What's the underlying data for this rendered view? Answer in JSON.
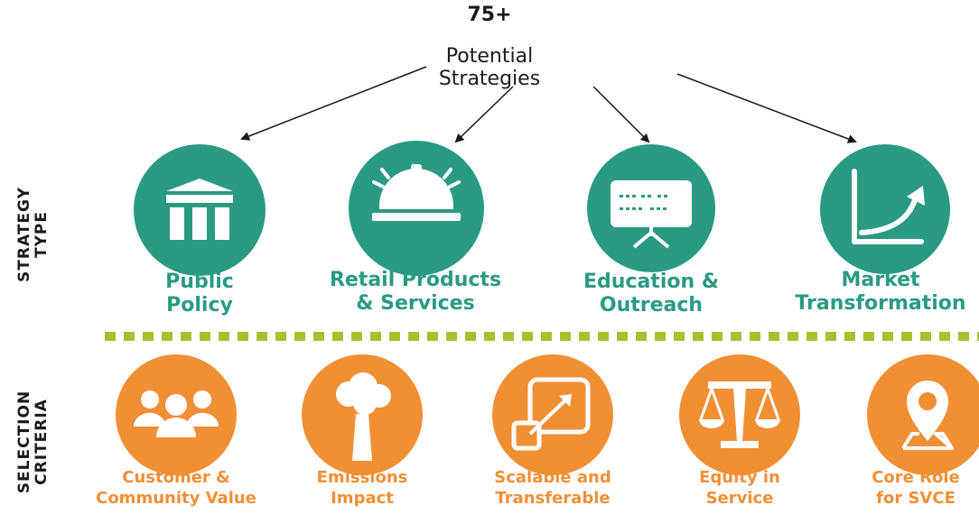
{
  "header": {
    "count": "75+",
    "subtitle": "Potential Strategies"
  },
  "side_labels": {
    "strategy_type": [
      "STRATEGY",
      "TYPE"
    ],
    "selection_criteria": [
      "SELECTION",
      "CRITERIA"
    ]
  },
  "strategy_types": [
    {
      "lines": [
        "Public",
        "Policy"
      ],
      "icon": "government-building-icon"
    },
    {
      "lines": [
        "Retail Products",
        "& Services"
      ],
      "icon": "service-bell-icon"
    },
    {
      "lines": [
        "Education &",
        "Outreach"
      ],
      "icon": "presentation-board-icon"
    },
    {
      "lines": [
        "Market",
        "Transformation"
      ],
      "icon": "growth-chart-icon"
    }
  ],
  "selection_criteria": [
    {
      "lines": [
        "Customer &",
        "Community Value"
      ],
      "icon": "people-group-icon"
    },
    {
      "lines": [
        "Emissions",
        "Impact"
      ],
      "icon": "smokestack-icon"
    },
    {
      "lines": [
        "Scalable and",
        "Transferable"
      ],
      "icon": "expand-arrow-icon"
    },
    {
      "lines": [
        "Equity in",
        "Service"
      ],
      "icon": "balance-scale-icon"
    },
    {
      "lines": [
        "Core Role",
        "for SVCE"
      ],
      "icon": "map-pin-icon"
    }
  ],
  "colors": {
    "teal": "#2a9a83",
    "orange": "#f18f35",
    "divider": "#a7c02f",
    "text": "#1a1a1a"
  }
}
